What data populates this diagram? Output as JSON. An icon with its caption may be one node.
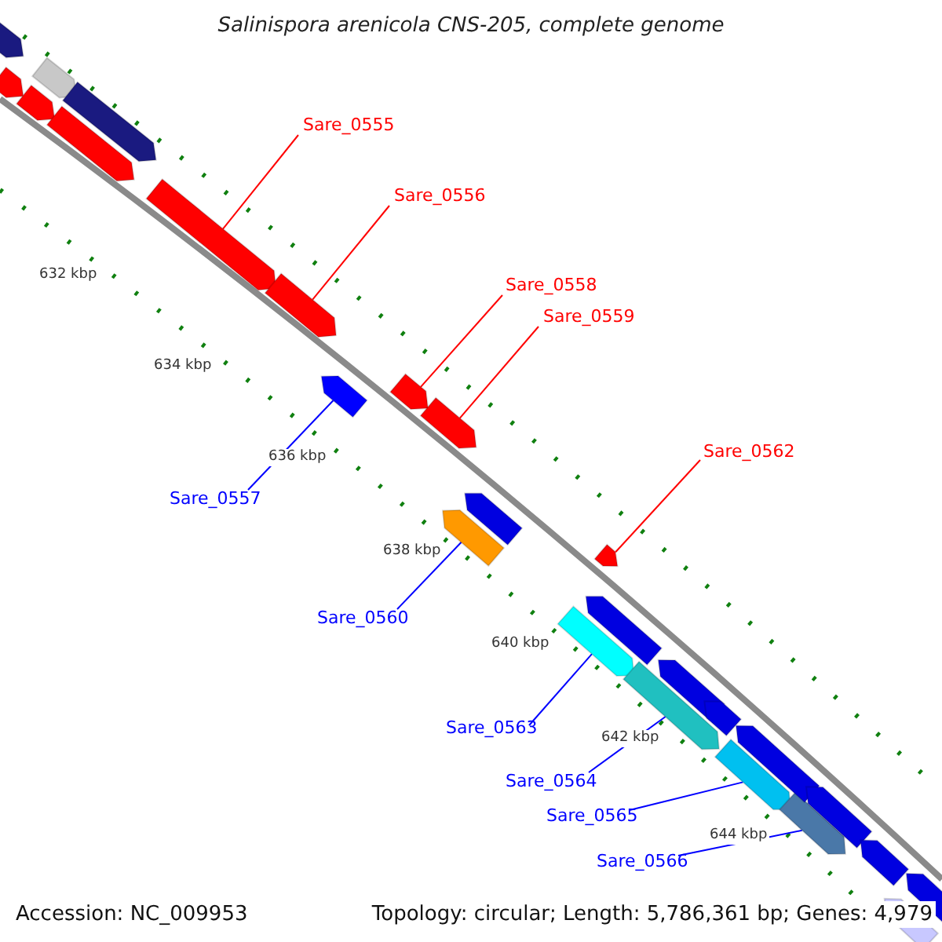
{
  "diagram": {
    "title": "Salinispora arenicola CNS-205, complete genome",
    "nodes": [
      {
        "text": [
          "Sare_0555"
        ]
      },
      {
        "text": [
          "Sare_0556"
        ]
      },
      {
        "text": [
          "Sare_0558"
        ]
      },
      {
        "text": [
          "Sare_0559"
        ]
      },
      {
        "text": [
          "Sare_0562"
        ]
      },
      {
        "text": [
          "Sare_0557"
        ]
      },
      {
        "text": [
          "Sare_0560"
        ]
      },
      {
        "text": [
          "Sare_0563"
        ]
      },
      {
        "text": [
          "Sare_0564"
        ]
      },
      {
        "text": [
          "Sare_0565"
        ]
      },
      {
        "text": [
          "Sare_0566"
        ]
      },
      {
        "text": [],
        "shape": "arrow"
      },
      {
        "text": [],
        "shape": "arrow"
      },
      {
        "text": [],
        "shape": "arrow"
      },
      {
        "text": [],
        "shape": "arrow"
      },
      {
        "text": [],
        "shape": "arrow"
      },
      {
        "text": [],
        "shape": "arrow"
      },
      {
        "text": [],
        "shape": "arrow"
      },
      {
        "text": [],
        "shape": "arrow"
      },
      {
        "text": [],
        "shape": "arrow"
      },
      {
        "text": [],
        "shape": "arrow"
      },
      {
        "text": [],
        "shape": "arrow"
      },
      {
        "text": [],
        "shape": "arrow"
      },
      {
        "text": [],
        "shape": "arrow"
      },
      {
        "text": [],
        "shape": "arrow"
      },
      {
        "text": [],
        "shape": "arrow"
      },
      {
        "text": [],
        "shape": "arrow"
      },
      {
        "text": [],
        "shape": "arrow"
      },
      {
        "text": [],
        "shape": "arrow"
      },
      {
        "text": [],
        "shape": "arrow"
      },
      {
        "text": [],
        "shape": "arrow"
      },
      {
        "text": [],
        "shape": "arrow"
      },
      {
        "text": [],
        "shape": "arrow"
      },
      {
        "text": [],
        "shape": "arrow"
      },
      {
        "text": [],
        "shape": "arrow"
      },
      {
        "text": [],
        "shape": "arrow"
      },
      {
        "text": [],
        "shape": "arrow"
      }
    ],
    "edges": [
      {
        "from": 0,
        "to": 11,
        "arrow": "none",
        "color": "#ff0000"
      },
      {
        "from": 1,
        "to": 12,
        "arrow": "none",
        "color": "#ff0000"
      },
      {
        "from": 2,
        "to": 13,
        "arrow": "none",
        "color": "#ff0000"
      },
      {
        "from": 3,
        "to": 14,
        "arrow": "none",
        "color": "#ff0000"
      },
      {
        "from": 4,
        "to": 15,
        "arrow": "none",
        "color": "#ff0000"
      },
      {
        "from": 5,
        "to": 16,
        "arrow": "none"
      },
      {
        "from": 6,
        "to": 17,
        "arrow": "none"
      },
      {
        "from": 7,
        "to": 18,
        "arrow": "none"
      },
      {
        "from": 8,
        "to": 19,
        "arrow": "none"
      },
      {
        "from": 9,
        "to": 20,
        "arrow": "none"
      },
      {
        "from": 10,
        "to": 21,
        "arrow": "none"
      }
    ],
    "labels": [
      "632 kbp",
      "634 kbp",
      "636 kbp",
      "638 kbp",
      "640 kbp",
      "642 kbp",
      "644 kbp",
      "Accession: NC_009953",
      "Topology: circular; Length: 5,786,361 bp; Genes: 4,979"
    ]
  }
}
